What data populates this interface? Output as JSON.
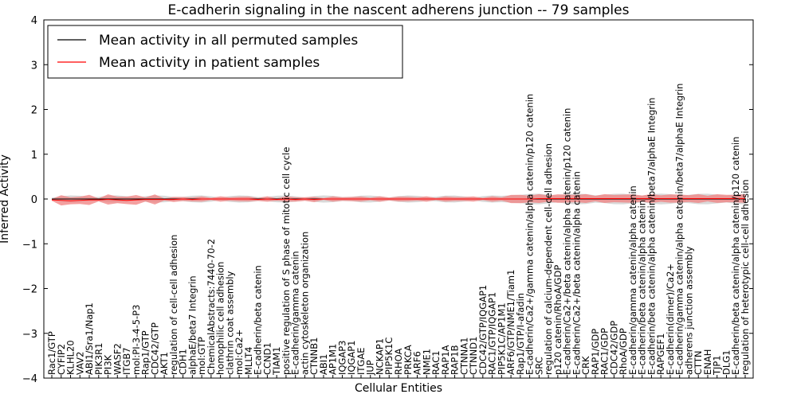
{
  "chart_data": {
    "type": "line",
    "title": "E-cadherin signaling in the nascent adherens junction -- 79 samples",
    "xlabel": "Cellular Entities",
    "ylabel": "Inferred Activity",
    "ylim": [
      -4,
      4
    ],
    "yticks": [
      -4,
      -3,
      -2,
      -1,
      0,
      1,
      2,
      3,
      4
    ],
    "ytick_labels": [
      "−4",
      "−3",
      "−2",
      "−1",
      "0",
      "1",
      "2",
      "3",
      "4"
    ],
    "grid": false,
    "legend_position": "top-left",
    "categories": [
      "Rac1/GTP",
      "CYFIP2",
      "KLHL20",
      "VAV2",
      "ABI1/Sra1/Nap1",
      "PIK3R1",
      "PI3K",
      "WASF2",
      "ITGB7",
      "mol:PI-3-4-5-P3",
      "Rap1/GTP",
      "CDC42/GTP",
      "AKT1",
      "regulation of cell-cell adhesion",
      "CDH1",
      "alphaE/beta7 Integrin",
      "mol:GTP",
      "ChemicalAbstracts:7440-70-2",
      "homophilic cell adhesion",
      "clathrin coat assembly",
      "mol:Ca2+",
      "MLLT4",
      "E-cadherin/beta catenin",
      "CCND1",
      "TIAM1",
      "positive regulation of S phase of mitotic cell cycle",
      "E-cadherin/gamma catenin",
      "actin cytoskeleton organization",
      "CTNNB1",
      "ABI1",
      "AP1M1",
      "IQGAP3",
      "IQGAP1",
      "ITGAE",
      "JUP",
      "NCKAP1",
      "PIP5K1C",
      "RHOA",
      "PRKCA",
      "ARF6",
      "NME1",
      "RAC1",
      "RAP1A",
      "RAP1B",
      "CTNNA1",
      "CTNND1",
      "CDC42/GTP/IQGAP1",
      "RAC1/GTP/IQGAP1",
      "PIP5K1C/AP1M1",
      "ARF6/GTP/NME1/Tiam1",
      "Rap1/GTP/I-afadin",
      "E-cadherin/Ca2+/gamma catenin/alpha catenin/p120 catenin",
      "SRC",
      "regulation of calcium-dependent cell-cell adhesion",
      "p120 catenin/RhoA/GDP",
      "E-cadherin/Ca2+/beta catenin/alpha catenin/p120 catenin",
      "E-cadherin/Ca2+/beta catenin/alpha catenin",
      "CRK",
      "RAP1/GDP",
      "RAC1/GDP",
      "CDC42/GDP",
      "RhoA/GDP",
      "E-cadherin/gamma catenin/alpha catenin",
      "E-cadherin/beta catenin/alpha catenin",
      "E-cadherin/beta catenin/alpha catenin/beta7/alphaE Integrin",
      "RAPGEF1",
      "E-cadherin(dimer)/Ca2+",
      "E-cadherin/gamma catenin/alpha catenin/beta7/alphaE Integrin",
      "adherens junction assembly",
      "CTTN",
      "ENAH",
      "TJP1",
      "DLG1",
      "E-cadherin/beta catenin/alpha catenin/p120 catenin",
      "regulation of heterotypic cell-cell adhesion"
    ],
    "series": [
      {
        "name": "Mean activity in all permuted samples",
        "color": "#000000",
        "values": [
          0,
          0,
          0,
          0,
          0,
          0,
          0,
          0,
          0,
          0,
          0,
          0,
          0,
          0,
          0,
          0,
          0,
          0,
          0,
          0,
          0,
          0,
          0,
          0,
          0,
          0,
          0,
          0,
          0,
          0,
          0,
          0,
          0,
          0,
          0,
          0,
          0,
          0,
          0,
          0,
          0,
          0,
          0,
          0,
          0,
          0,
          0,
          0,
          0,
          0,
          0,
          0,
          0,
          0,
          0,
          0,
          0,
          0,
          0,
          0,
          0,
          0,
          0,
          0,
          0,
          0,
          0,
          0,
          0,
          0,
          0,
          0,
          0,
          0,
          0
        ],
        "band_color": "#bfbfbf"
      },
      {
        "name": "Mean activity in patient samples",
        "color": "#ff0000",
        "values": [
          -0.02,
          -0.03,
          -0.04,
          -0.03,
          -0.02,
          -0.02,
          -0.01,
          -0.02,
          -0.03,
          -0.02,
          -0.01,
          -0.01,
          -0.01,
          -0.01,
          0,
          -0.01,
          0,
          0,
          0,
          0,
          0,
          0,
          -0.01,
          0,
          -0.01,
          0,
          -0.01,
          0,
          -0.01,
          0,
          0,
          0,
          0,
          0,
          0,
          0,
          0,
          0,
          0,
          0,
          0,
          0,
          0,
          0,
          0,
          0,
          0,
          0,
          0,
          0,
          0,
          0,
          0.01,
          0.01,
          0.01,
          0.01,
          0.01,
          0.01,
          0.01,
          0.01,
          0.01,
          0.01,
          0.01,
          0.01,
          0.01,
          0.01,
          0.01,
          0.01,
          0.01,
          0.01,
          0.01,
          0.01,
          0.01,
          0.01,
          0.01
        ],
        "band_color": "#f08080"
      }
    ]
  }
}
